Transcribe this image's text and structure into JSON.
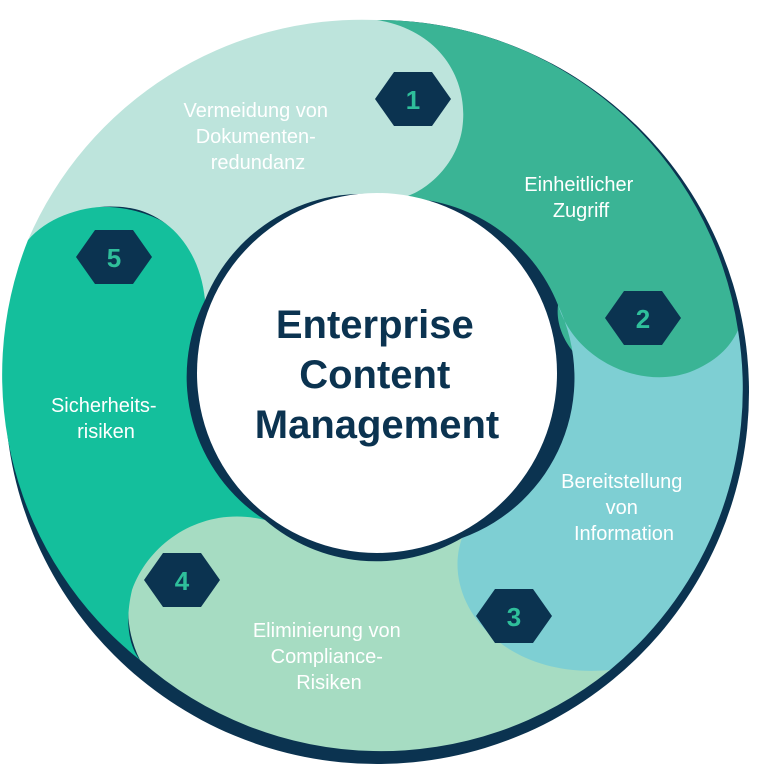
{
  "center": {
    "lines": [
      "Enterprise",
      "Content",
      "Management"
    ]
  },
  "segments": [
    {
      "number": "1",
      "lines": [
        "Vermeidung von",
        "Dokumenten-",
        "redundanz"
      ]
    },
    {
      "number": "2",
      "lines": [
        "Einheitlicher",
        "Zugriff"
      ]
    },
    {
      "number": "3",
      "lines": [
        "Bereitstellung",
        "von",
        "Information"
      ]
    },
    {
      "number": "4",
      "lines": [
        "Eliminierung von",
        "Compliance-",
        "Risiken"
      ]
    },
    {
      "number": "5",
      "lines": [
        "Sicherheits-",
        "risiken"
      ]
    }
  ],
  "colors": {
    "navy": "#0b3350",
    "segment1": "#bde4dc",
    "segment2": "#3ab495",
    "segment3": "#7ecfd3",
    "segment4": "#a6dcc2",
    "segment5": "#14bf9c",
    "hex_number_text": "#2fbf9b",
    "center_text": "#0b3350"
  }
}
